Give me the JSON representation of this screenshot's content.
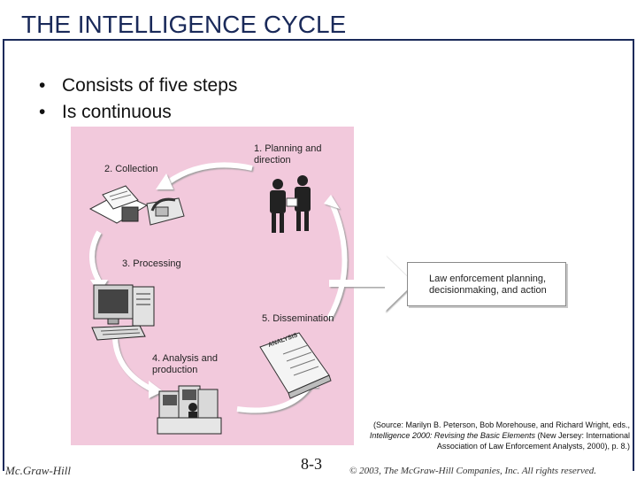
{
  "slide": {
    "title": "THE INTELLIGENCE CYCLE",
    "bullets": [
      "Consists of five steps",
      "Is continuous"
    ]
  },
  "diagram": {
    "steps": [
      {
        "label": "1. Planning and\ndirection",
        "icon": "meeting-people-icon"
      },
      {
        "label": "2. Collection",
        "icon": "documents-phone-icon"
      },
      {
        "label": "3. Processing",
        "icon": "computer-icon"
      },
      {
        "label": "4. Analysis and\nproduction",
        "icon": "analysts-at-terminals-icon"
      },
      {
        "label": "5. Dissemination",
        "icon": "analysis-report-icon"
      }
    ],
    "report_label": "ANALYSIS",
    "outcome": "Law enforcement planning,\ndecisionmaking, and action",
    "panel_color": "#f2c9dc",
    "arrow_color": "#ffffff"
  },
  "source": {
    "prefix": "(Source: Marilyn B. Peterson, Bob Morehouse, and Richard Wright, eds., ",
    "book": "Intelligence 2000: Revising the Basic Elements",
    "suffix": " (New Jersey: International Association of Law Enforcement Analysts, 2000), p. 8.)"
  },
  "footer": {
    "publisher": "Mc.Graw-Hill",
    "page": "8-3",
    "copyright": "© 2003, The McGraw-Hill Companies, Inc. All rights reserved."
  }
}
